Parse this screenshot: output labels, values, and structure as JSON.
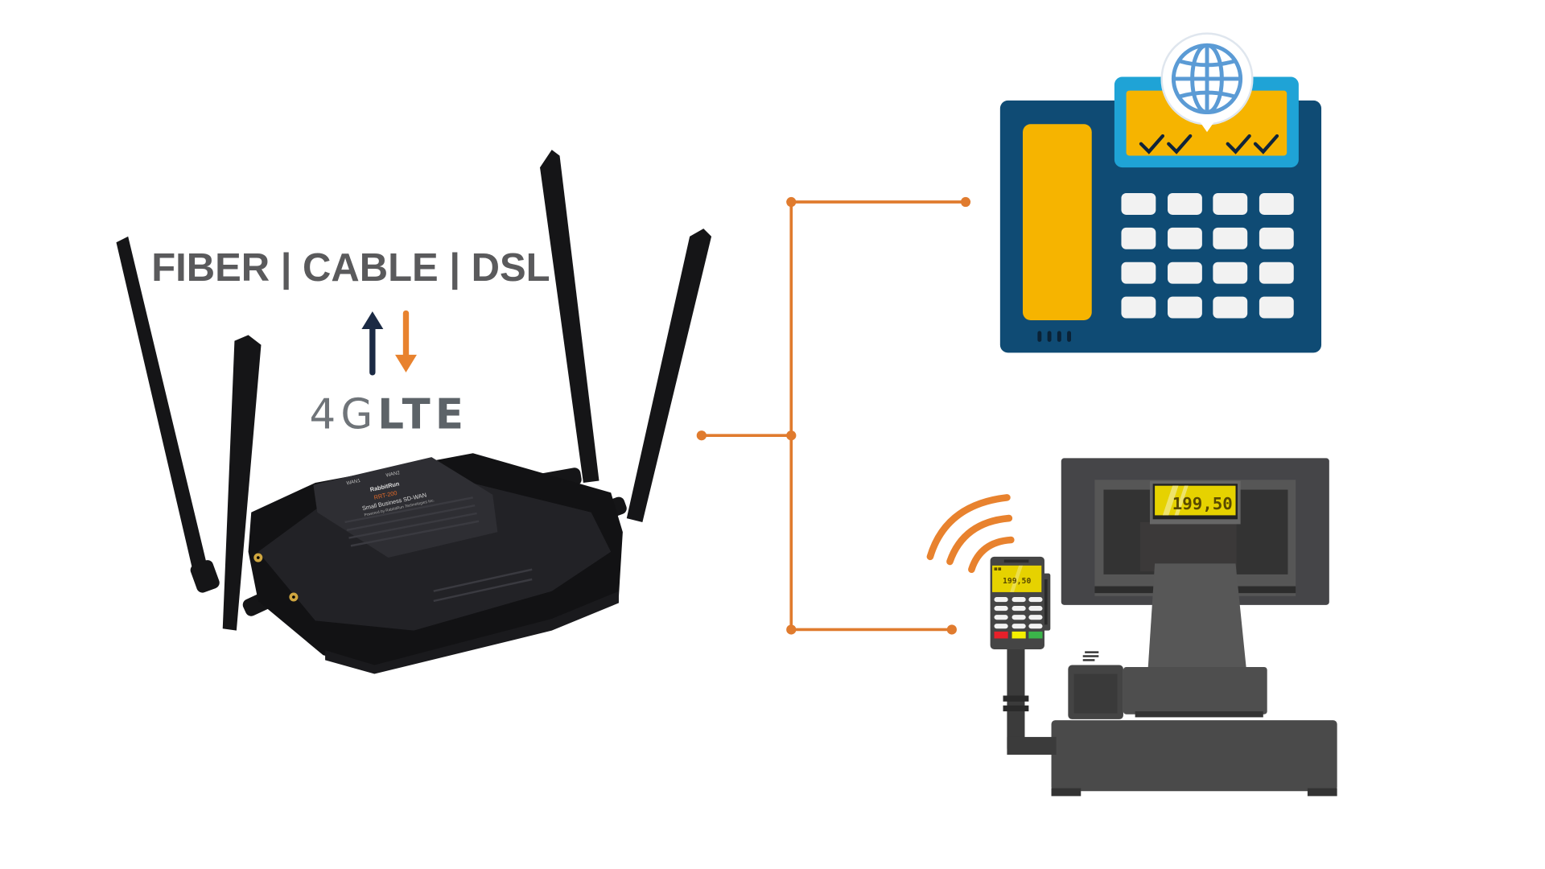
{
  "connectivity": {
    "wired_label": "FIBER | CABLE | DSL",
    "cellular_label_light": "4G",
    "cellular_label_bold": "LTE"
  },
  "router": {
    "port_labels": [
      "WAN1",
      "WAN2"
    ],
    "brand": "RabbitRun",
    "model": "RRT-200",
    "description": "Small Business SD-WAN",
    "powered_by": "Powered by RabbitRun Technologies Inc."
  },
  "devices": {
    "pos_display_amount": "199,50",
    "card_terminal_amount": "199,50"
  },
  "colors": {
    "connector": "#e07b2e",
    "upload_arrow": "#1b2a44",
    "download_arrow": "#e8822e",
    "phone_body": "#0f4b74",
    "phone_accent": "#f6b400",
    "phone_screen_frame": "#1fa3d6",
    "globe": "#5b9bd5",
    "pos_gray": "#4a4a4d",
    "display_yellow": "#e6d200"
  }
}
